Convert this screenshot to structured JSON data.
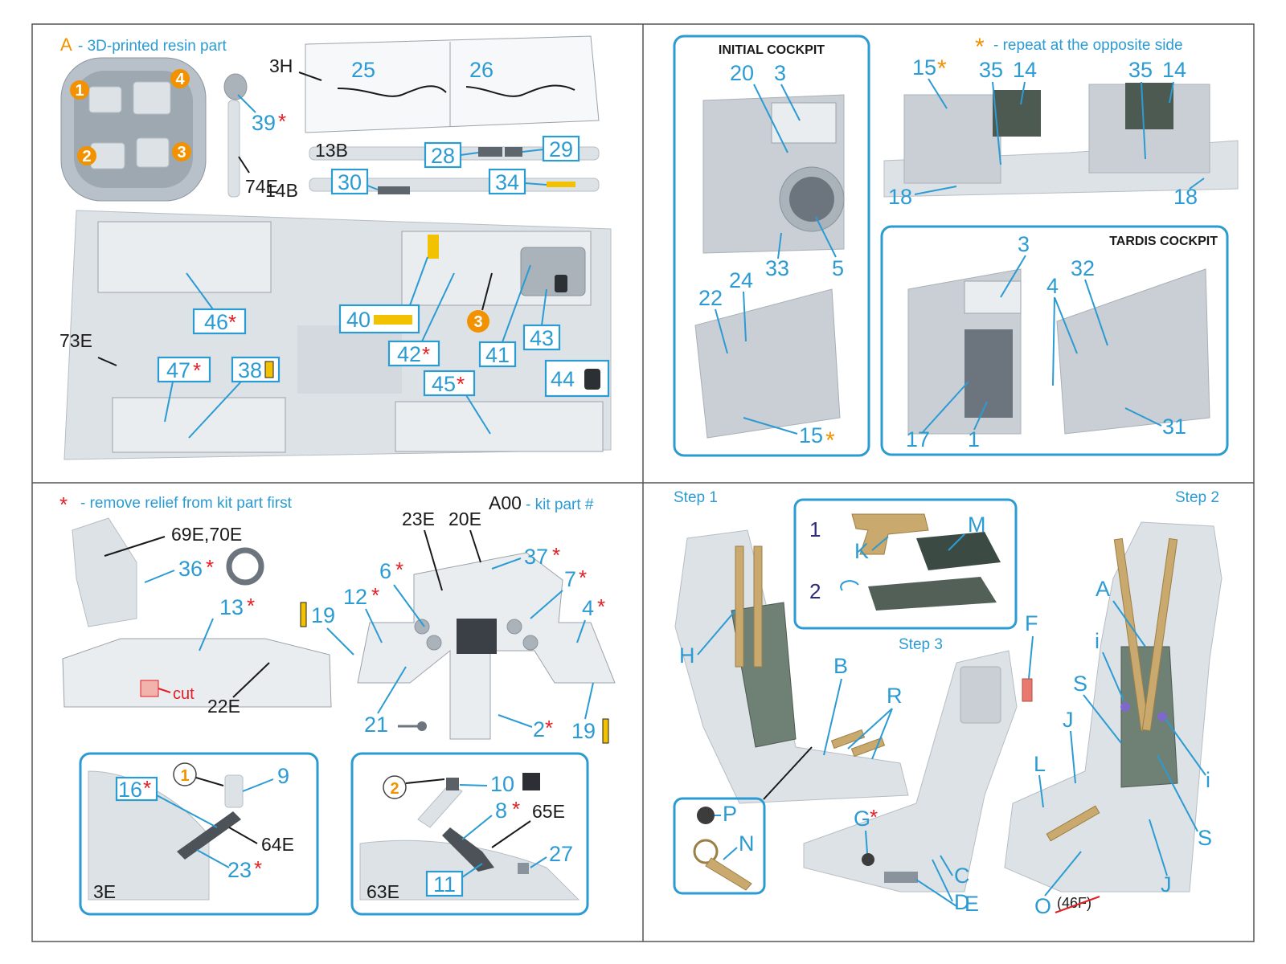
{
  "legend": {
    "a_letter": "A",
    "a_text": "- 3D-printed resin part",
    "repeat_text": "- repeat at the opposite side",
    "remove_text": "- remove relief from kit part first",
    "kit_code": "A00",
    "kit_text": "- kit part #"
  },
  "q1": {
    "circles": [
      "1",
      "2",
      "3",
      "4"
    ],
    "labels": {
      "l39": "39",
      "l74E": "74E",
      "l3H": "3H",
      "l25": "25",
      "l26": "26",
      "l13B": "13B",
      "l28": "28",
      "l29": "29",
      "l14B": "14B",
      "l30": "30",
      "l34": "34",
      "l46": "46",
      "l40": "40",
      "l42": "42",
      "l3c": "3",
      "l41": "41",
      "l43": "43",
      "l73E": "73E",
      "l47": "47",
      "l38": "38",
      "l45": "45",
      "l44": "44"
    }
  },
  "q2": {
    "initial_title": "INITIAL COCKPIT",
    "tardis_title": "TARDIS COCKPIT",
    "labels": {
      "l20": "20",
      "l3a": "3",
      "l5": "5",
      "l33": "33",
      "l22": "22",
      "l24": "24",
      "l15b": "15",
      "l15a": "15",
      "l35a": "35",
      "l14a": "14",
      "l35b": "35",
      "l14b": "14",
      "l18a": "18",
      "l18b": "18",
      "l3b": "3",
      "l32": "32",
      "l4": "4",
      "l17": "17",
      "l1": "1",
      "l31": "31"
    }
  },
  "q3": {
    "labels": {
      "l69": "69E,70E",
      "l36": "36",
      "l13": "13",
      "l19a": "19",
      "l22E": "22E",
      "cut": "cut",
      "l23E": "23E",
      "l20E": "20E",
      "l37": "37",
      "l6": "6",
      "l7": "7",
      "l12": "12",
      "l4": "4",
      "l21": "21",
      "l2": "2",
      "l19b": "19",
      "l9": "9",
      "l16": "16",
      "l64E": "64E",
      "l23": "23",
      "l3E": "3E",
      "c1": "1",
      "c2": "2",
      "l10": "10",
      "l8": "8",
      "l65E": "65E",
      "l27": "27",
      "l11": "11",
      "l63E": "63E"
    }
  },
  "q4": {
    "steps": {
      "s1": "Step 1",
      "s2": "Step 2",
      "s3": "Step 3"
    },
    "inset": {
      "n1": "1",
      "n2": "2",
      "K": "K",
      "M": "M"
    },
    "labels": {
      "H": "H",
      "B": "B",
      "R": "R",
      "F": "F",
      "G": "G",
      "C": "C",
      "D": "D",
      "E": "E",
      "P": "P",
      "N": "N",
      "A": "A",
      "i1": "i",
      "S1": "S",
      "J1": "J",
      "L": "L",
      "i2": "i",
      "S2": "S",
      "J2": "J",
      "O": "O",
      "ref46F": "(46F)"
    }
  }
}
